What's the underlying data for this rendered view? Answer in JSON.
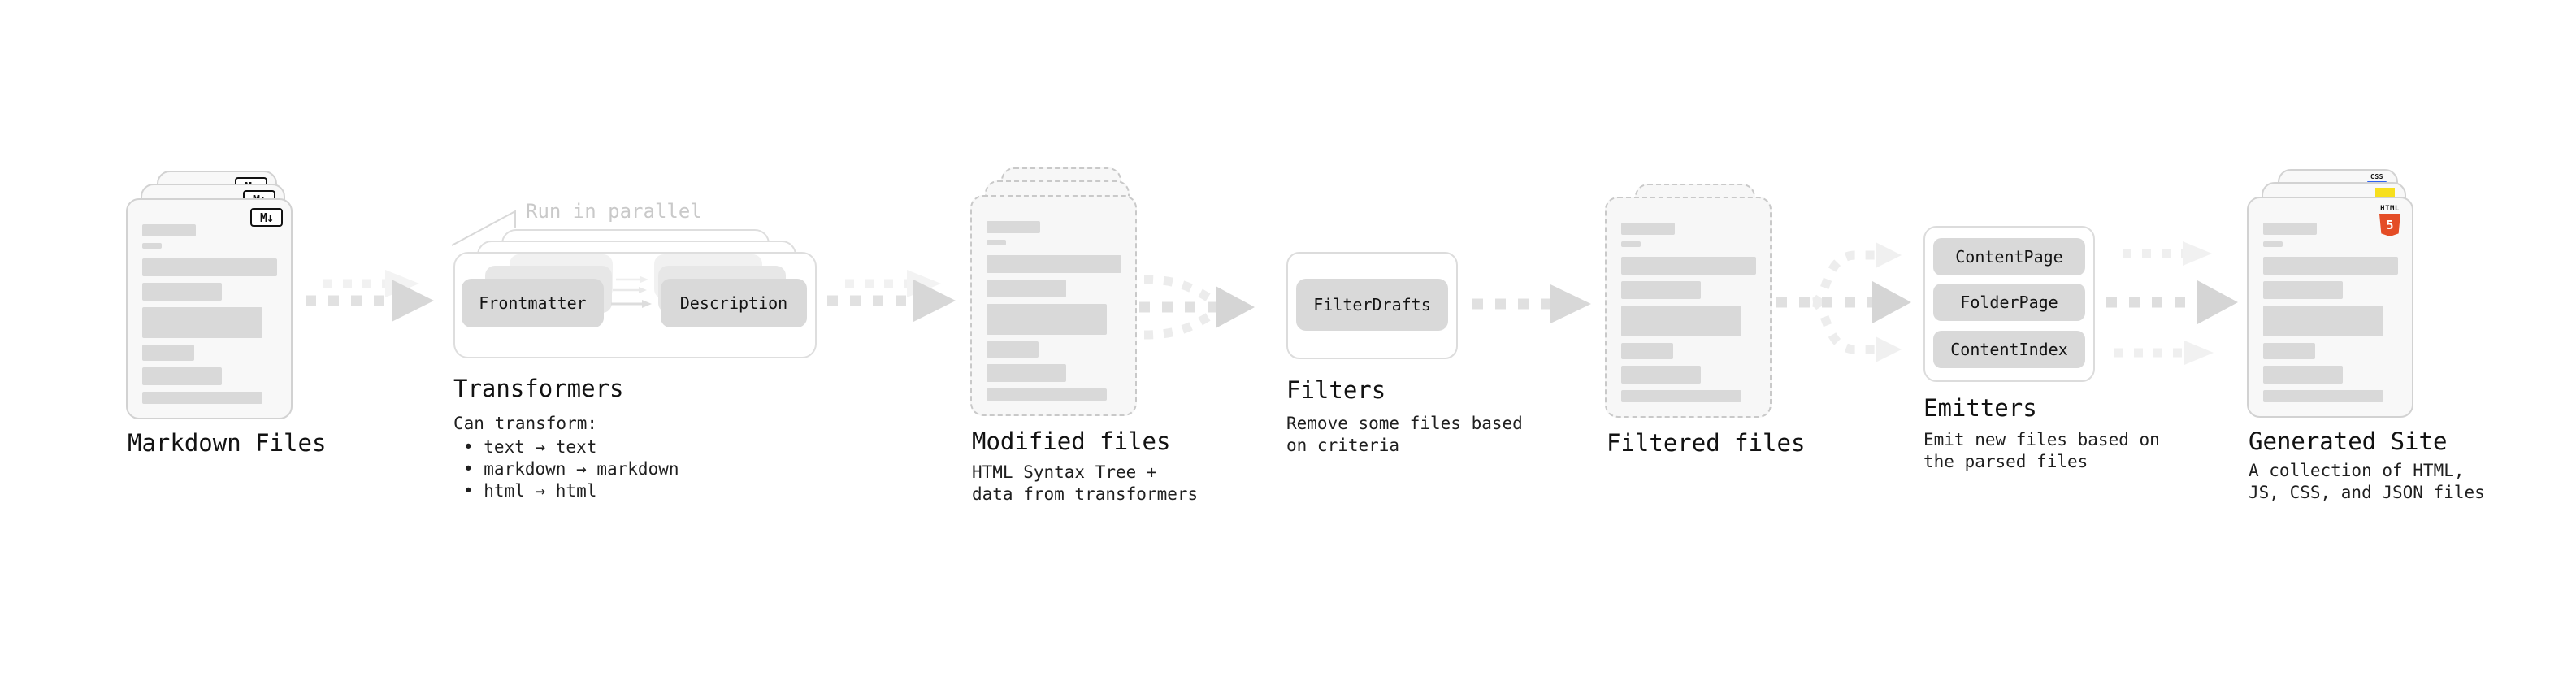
{
  "pipeline": {
    "markdown": {
      "label": "Markdown Files",
      "badge": "M↓"
    },
    "transformers": {
      "note": "Run in parallel",
      "input_chip": "Frontmatter",
      "output_chip": "Description",
      "label": "Transformers",
      "desc_title": "Can transform:",
      "bullets": [
        "• text → text",
        "• markdown → markdown",
        "• html → html"
      ]
    },
    "modified": {
      "label": "Modified files",
      "desc": "HTML Syntax Tree +\ndata from transformers"
    },
    "filters": {
      "chip": "FilterDrafts",
      "label": "Filters",
      "desc": "Remove some files based\non criteria"
    },
    "filtered": {
      "label": "Filtered files"
    },
    "emitters": {
      "chips": [
        "ContentPage",
        "FolderPage",
        "ContentIndex"
      ],
      "label": "Emitters",
      "desc": "Emit new files based on\nthe parsed files"
    },
    "generated": {
      "label": "Generated Site",
      "desc": "A collection of HTML,\nJS, CSS, and JSON files",
      "html5_label": "HTML",
      "html5_numeral": "5",
      "css_label": "CSS"
    }
  },
  "colors": {
    "html5_orange": "#e44d26",
    "js_yellow": "#f7df1e",
    "css_blue": "#2e62f1",
    "chip_gray": "#d9d9d9",
    "note_gray": "#c9c9c9",
    "card_border_gray": "#d2d2d2",
    "bar_gray": "#d9d9d9",
    "arrow_gray": "#d7d7d7"
  }
}
